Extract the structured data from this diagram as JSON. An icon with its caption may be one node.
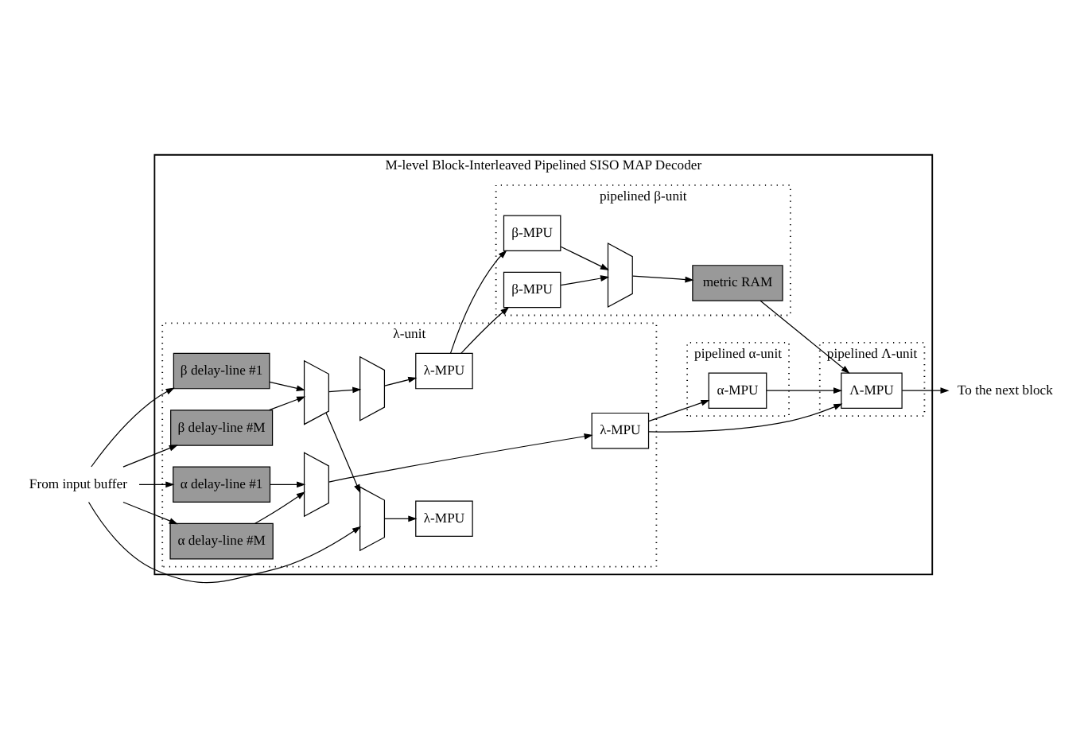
{
  "diagram": {
    "nodes": [
      {
        "text": [
          "M-level Block-Interleaved Pipelined SISO MAP Decoder"
        ]
      },
      {
        "text": [
          "From input buffer"
        ]
      },
      {
        "text": [
          "λ-unit"
        ],
        "in": 0
      },
      {
        "text": [
          "β delay-line #1"
        ],
        "in": 2
      },
      {
        "text": [
          "β delay-line #M"
        ],
        "in": 2
      },
      {
        "text": [],
        "shape": "trapezoid",
        "in": 2
      },
      {
        "text": [],
        "shape": "trapezoid",
        "in": 2
      },
      {
        "text": [],
        "shape": "trapezoid",
        "in": 2
      },
      {
        "text": [
          "λ-MPU"
        ],
        "in": 2
      },
      {
        "text": [
          "λ-MPU"
        ],
        "in": 2
      },
      {
        "text": [
          "α delay-line #1"
        ],
        "in": 2
      },
      {
        "text": [
          "α delay-line #M"
        ],
        "in": 2
      },
      {
        "text": [],
        "shape": "trapezoid",
        "in": 2
      },
      {
        "text": [
          "λ-MPU"
        ],
        "in": 2
      },
      {
        "text": [
          "pipelined β-unit"
        ],
        "in": 0
      },
      {
        "text": [
          "β-MPU"
        ],
        "in": 14
      },
      {
        "text": [
          "β-MPU"
        ],
        "in": 14
      },
      {
        "text": [],
        "shape": "trapezoid",
        "in": 14
      },
      {
        "text": [
          "metric RAM"
        ],
        "in": 14
      },
      {
        "text": [
          "pipelined Λ-unit"
        ],
        "in": 0
      },
      {
        "text": [
          "Λ-MPU"
        ],
        "in": 19
      },
      {
        "text": [
          "pipelined α-unit"
        ],
        "in": 0
      },
      {
        "text": [
          "α-MPU"
        ],
        "in": 21
      },
      {
        "text": [
          "To the next block"
        ]
      }
    ],
    "edges": [
      {
        "from": 1,
        "to": 6,
        "arrow": "to"
      },
      {
        "from": 1,
        "to": 3,
        "arrow": "to"
      },
      {
        "from": 1,
        "to": 4,
        "arrow": "to"
      },
      {
        "from": 1,
        "to": 10,
        "arrow": "to"
      },
      {
        "from": 1,
        "to": 11,
        "arrow": "to"
      },
      {
        "from": 3,
        "to": 5,
        "arrow": "to"
      },
      {
        "from": 4,
        "to": 5,
        "arrow": "to"
      },
      {
        "from": 5,
        "to": 6,
        "arrow": "to"
      },
      {
        "from": 5,
        "to": 7,
        "arrow": "to"
      },
      {
        "from": 6,
        "to": 8,
        "arrow": "to"
      },
      {
        "from": 7,
        "to": 9,
        "arrow": "to"
      },
      {
        "from": 9,
        "to": 15,
        "arrow": "to"
      },
      {
        "from": 9,
        "to": 16,
        "arrow": "to"
      },
      {
        "from": 10,
        "to": 12,
        "arrow": "to"
      },
      {
        "from": 11,
        "to": 12,
        "arrow": "to"
      },
      {
        "from": 12,
        "to": 13,
        "arrow": "to"
      },
      {
        "from": 13,
        "to": 22,
        "arrow": "to"
      },
      {
        "from": 13,
        "to": 20,
        "arrow": "to"
      },
      {
        "from": 15,
        "to": 17,
        "arrow": "to"
      },
      {
        "from": 16,
        "to": 17,
        "arrow": "to"
      },
      {
        "from": 17,
        "to": 18,
        "arrow": "to"
      },
      {
        "from": 18,
        "to": 20,
        "arrow": "to"
      },
      {
        "from": 22,
        "to": 20,
        "arrow": "to"
      },
      {
        "from": 20,
        "to": 23,
        "arrow": "to"
      }
    ]
  }
}
